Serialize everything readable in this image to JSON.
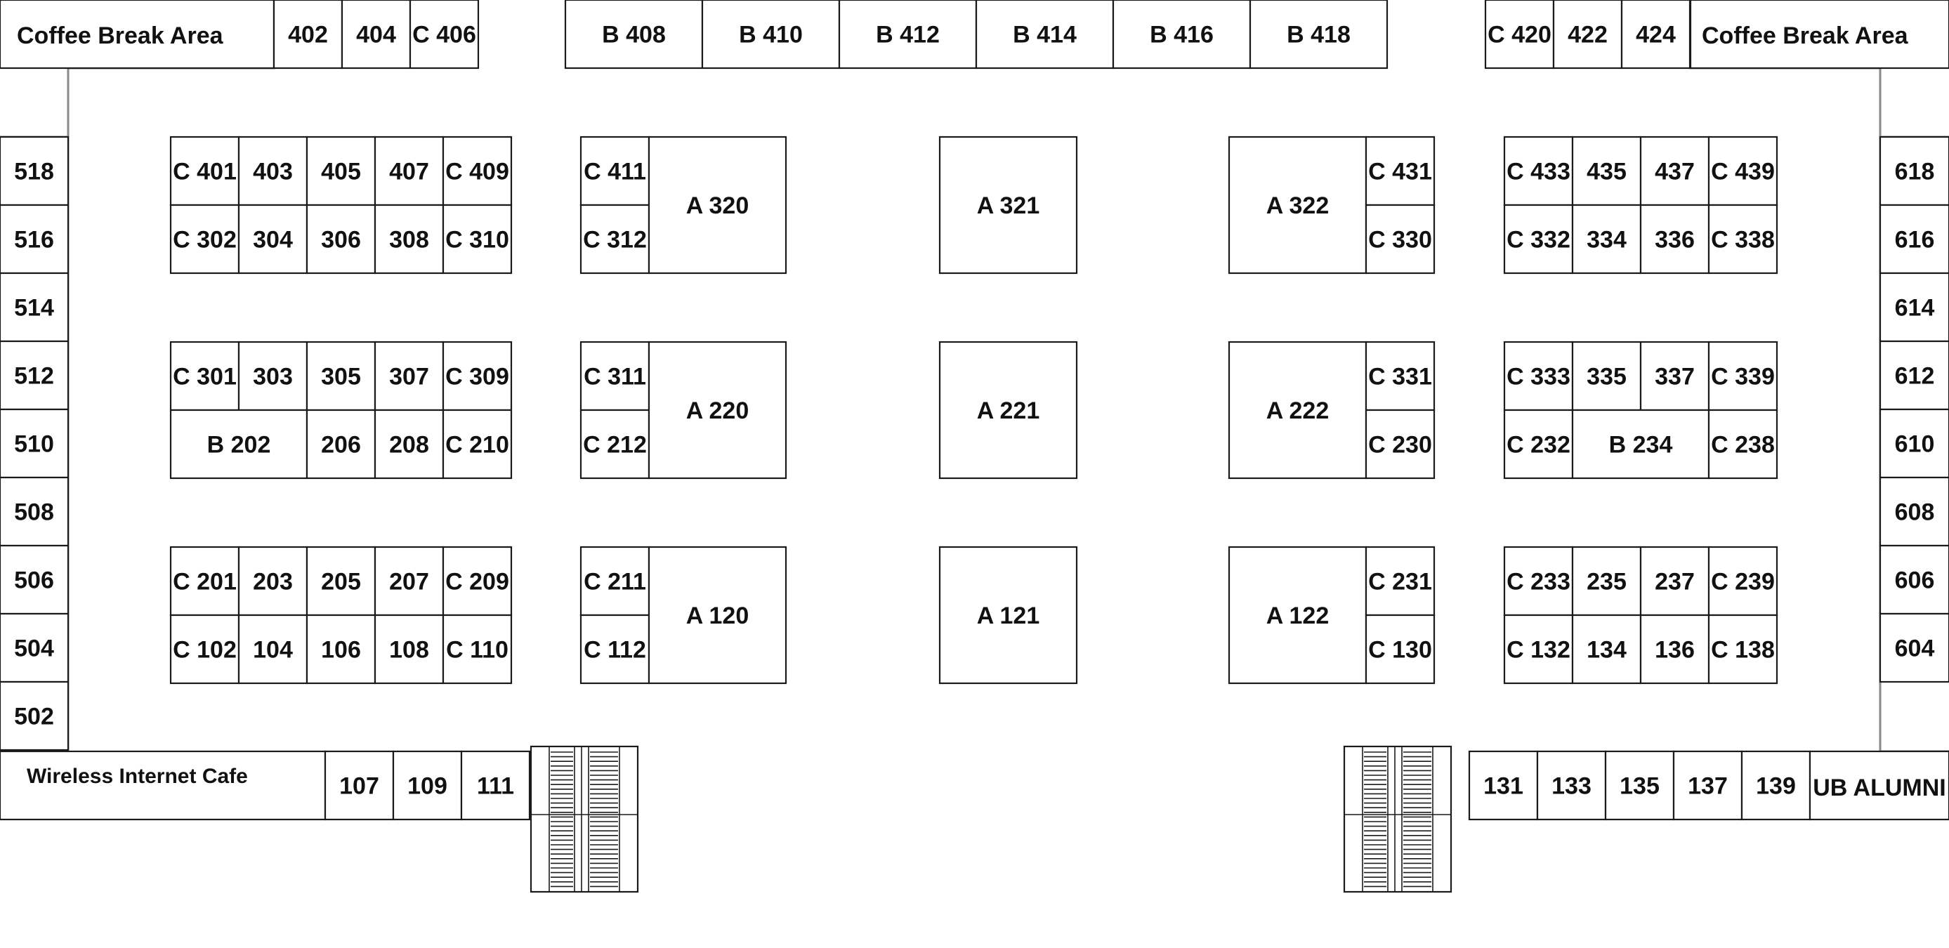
{
  "floorplan": {
    "areas": {
      "coffee_left": "Coffee Break Area",
      "coffee_right": "Coffee Break Area",
      "wireless_cafe": "Wireless Internet Cafe",
      "ub_alumni": "UB ALUMNI"
    },
    "booths": {
      "top_left": [
        "402",
        "404",
        "C 406"
      ],
      "top_center": [
        "B 408",
        "B 410",
        "B 412",
        "B 414",
        "B 416",
        "B 418"
      ],
      "top_right": [
        "C 420",
        "422",
        "424"
      ],
      "left_wall": [
        "518",
        "516",
        "514",
        "512",
        "510",
        "508",
        "506",
        "504",
        "502"
      ],
      "right_wall": [
        "618",
        "616",
        "614",
        "612",
        "610",
        "608",
        "606",
        "604"
      ],
      "block_l1_top": [
        "C 401",
        "403",
        "405",
        "407",
        "C 409"
      ],
      "block_l1_bottom": [
        "C 302",
        "304",
        "306",
        "308",
        "C 310"
      ],
      "block_l2_top": [
        "C 301",
        "303",
        "305",
        "307",
        "C 309"
      ],
      "block_l2_bottom": [
        "B 202",
        "206",
        "208",
        "C 210"
      ],
      "block_l3_top": [
        "C 201",
        "203",
        "205",
        "207",
        "C 209"
      ],
      "block_l3_bottom": [
        "C 102",
        "104",
        "106",
        "108",
        "C 110"
      ],
      "pod_l1": [
        "C 411",
        "C 312",
        "A 320"
      ],
      "pod_l2": [
        "C 311",
        "C 212",
        "A 220"
      ],
      "pod_l3": [
        "C 211",
        "C 112",
        "A 120"
      ],
      "center": [
        "A 321",
        "A 221",
        "A 121"
      ],
      "pod_r1": [
        "A 322",
        "C 431",
        "C 330"
      ],
      "pod_r2": [
        "A 222",
        "C 331",
        "C 230"
      ],
      "pod_r3": [
        "A 122",
        "C 231",
        "C 130"
      ],
      "block_r1_top": [
        "C 433",
        "435",
        "437",
        "C 439"
      ],
      "block_r1_bottom": [
        "C 332",
        "334",
        "336",
        "C 338"
      ],
      "block_r2_top": [
        "C 333",
        "335",
        "337",
        "C 339"
      ],
      "block_r2_bottom": [
        "C 232",
        "B 234",
        "C 238"
      ],
      "block_r3_top": [
        "C 233",
        "235",
        "237",
        "C 239"
      ],
      "block_r3_bottom": [
        "C 132",
        "134",
        "136",
        "C 138"
      ],
      "bottom_left": [
        "107",
        "109",
        "111"
      ],
      "bottom_right": [
        "131",
        "133",
        "135",
        "137",
        "139"
      ]
    },
    "icons": {
      "stairs_left": "stairs-icon",
      "stairs_right": "stairs-icon"
    }
  }
}
